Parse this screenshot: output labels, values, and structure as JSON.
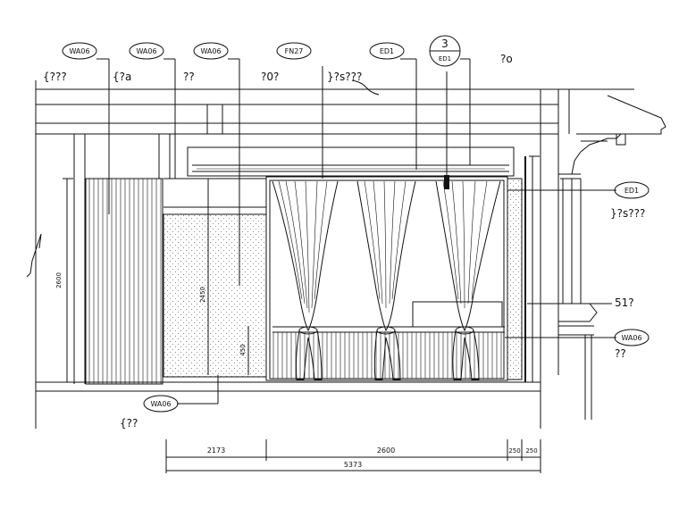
{
  "tags": [
    {
      "code": "WA06",
      "note": "{???"
    },
    {
      "code": "WA06",
      "note": "{?a"
    },
    {
      "code": "WA06",
      "note": "??"
    },
    {
      "code": "FN27",
      "note": "?0?"
    },
    {
      "code": "ED1",
      "note": "}?s???"
    },
    {
      "code": "ED1",
      "ref_top": "3",
      "ref_bottom": "ED1",
      "note": "?o"
    },
    {
      "code": "ED1",
      "note": "}?s???"
    },
    {
      "code": "WA06",
      "note": "??"
    },
    {
      "code": "WA06",
      "note": "{??"
    }
  ],
  "side_note_51": "51?",
  "dimensions": {
    "left_height": "2600",
    "panel_height": "2450",
    "small_height": "450",
    "bottom_segments": [
      "2173",
      "2600",
      "250",
      "250"
    ],
    "total": "5373"
  }
}
